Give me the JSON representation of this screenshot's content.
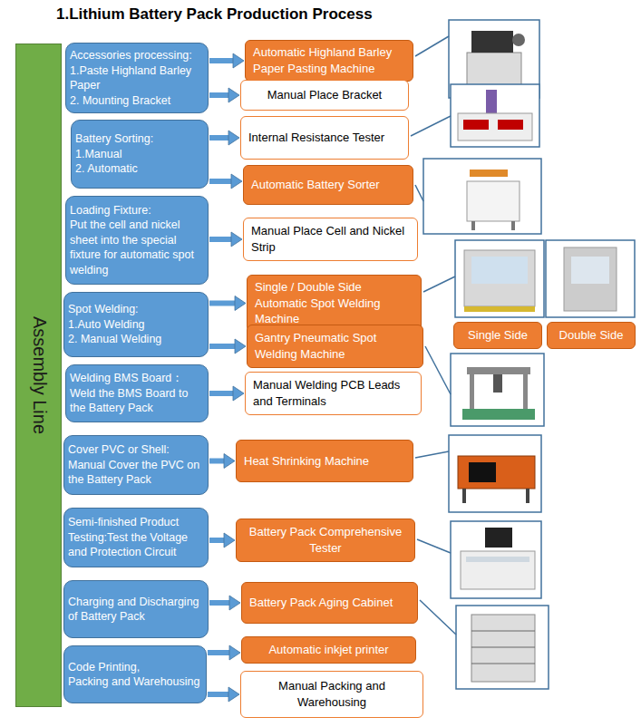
{
  "diagram": {
    "title": "1.Lithium Battery Pack Production Process",
    "nodes": [
      {
        "text": [
          "Assembly Line"
        ]
      },
      {
        "text": [
          "Accessories processing:",
          "1.Paste Highland Barley Paper",
          "2. Mounting Bracket"
        ]
      },
      {
        "text": [
          "Automatic Highland Barley Paper Pasting Machine"
        ]
      },
      {
        "text": [
          "Manual Place Bracket"
        ]
      },
      {
        "text": [
          "Battery Sorting:",
          "1.Manual",
          "2. Automatic"
        ]
      },
      {
        "text": [
          "Internal Resistance Tester"
        ]
      },
      {
        "text": [
          "Automatic Battery Sorter"
        ]
      },
      {
        "text": [
          "Loading Fixture:",
          "Put the cell and nickel sheet into the special fixture for automatic spot welding"
        ]
      },
      {
        "text": [
          "Manual Place Cell and Nickel Strip"
        ]
      },
      {
        "text": [
          "Spot Welding:",
          "1.Auto Welding",
          "2. Manual Welding"
        ]
      },
      {
        "text": [
          "Single / Double Side Automatic Spot Welding Machine"
        ]
      },
      {
        "text": [
          "Gantry Pneumatic Spot Welding Machine"
        ]
      },
      {
        "text": [
          "Single Side"
        ]
      },
      {
        "text": [
          "Double Side"
        ]
      },
      {
        "text": [
          "Welding BMS Board：",
          "Weld the BMS Board to the Battery Pack"
        ]
      },
      {
        "text": [
          "Manual Welding PCB Leads and Terminals"
        ]
      },
      {
        "text": [
          "Cover PVC or Shell:",
          "Manual Cover the PVC on the Battery Pack"
        ]
      },
      {
        "text": [
          "Heat Shrinking Machine"
        ]
      },
      {
        "text": [
          "Semi-finished Product Testing:Test the Voltage and Protection Circuit"
        ]
      },
      {
        "text": [
          "Battery Pack Comprehensive Tester"
        ]
      },
      {
        "text": [
          "Charging and Discharging of Battery Pack"
        ]
      },
      {
        "text": [
          "Battery Pack Aging Cabinet"
        ]
      },
      {
        "text": [
          "Code Printing,",
          "Packing and Warehousing"
        ]
      },
      {
        "text": [
          "Automatic inkjet printer"
        ]
      },
      {
        "text": [
          "Manual Packing and Warehousing"
        ]
      }
    ],
    "edges": [
      {
        "from": 1,
        "to": 2,
        "arrow": "to"
      },
      {
        "from": 1,
        "to": 3,
        "arrow": "to"
      },
      {
        "from": 4,
        "to": 5,
        "arrow": "to"
      },
      {
        "from": 4,
        "to": 6,
        "arrow": "to"
      },
      {
        "from": 7,
        "to": 8,
        "arrow": "to"
      },
      {
        "from": 9,
        "to": 10,
        "arrow": "to"
      },
      {
        "from": 9,
        "to": 11,
        "arrow": "to"
      },
      {
        "from": 14,
        "to": 15,
        "arrow": "to"
      },
      {
        "from": 16,
        "to": 17,
        "arrow": "to"
      },
      {
        "from": 18,
        "to": 19,
        "arrow": "to"
      },
      {
        "from": 20,
        "to": 21,
        "arrow": "to"
      },
      {
        "from": 22,
        "to": 23,
        "arrow": "to"
      },
      {
        "from": 22,
        "to": 24,
        "arrow": "to"
      }
    ]
  }
}
